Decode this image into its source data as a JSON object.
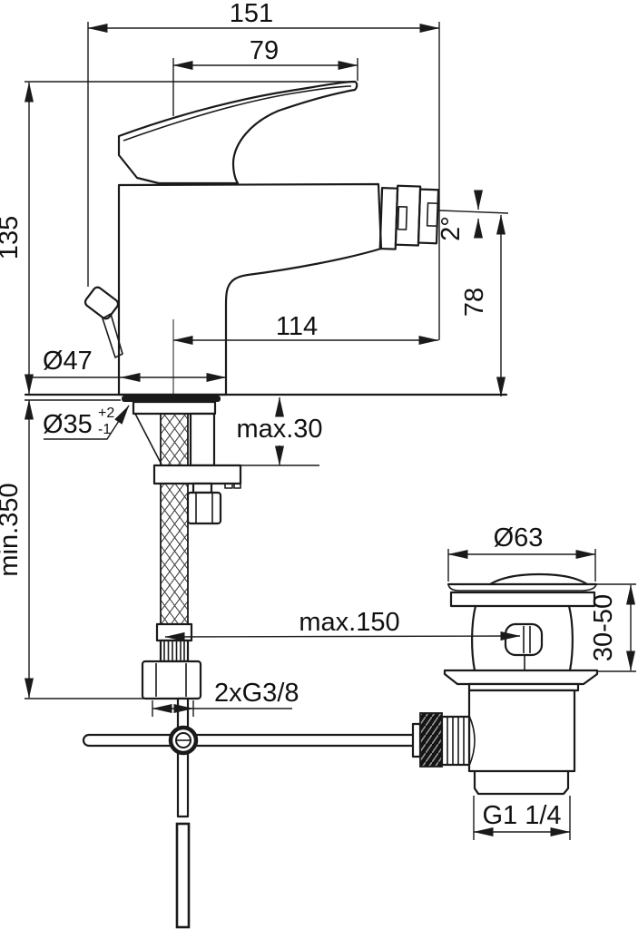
{
  "labels": {
    "width_total": "151",
    "width_handle": "79",
    "height_body": "135",
    "spout_projection": "114",
    "spout_height": "78",
    "spout_angle": "2°",
    "base_diameter": "Ø47",
    "hole_diameter": "Ø35",
    "hole_tol_plus": "+2",
    "hole_tol_minus": "-1",
    "deck_thickness": "max.30",
    "hose_length": "min.350",
    "rod_length": "max.150",
    "hose_thread": "2xG3/8",
    "waste_flange_diameter": "Ø63",
    "waste_depth_range": "30-50",
    "waste_thread": "G1 1/4"
  },
  "colors": {
    "line": "#1a1a1a",
    "background": "#ffffff"
  }
}
